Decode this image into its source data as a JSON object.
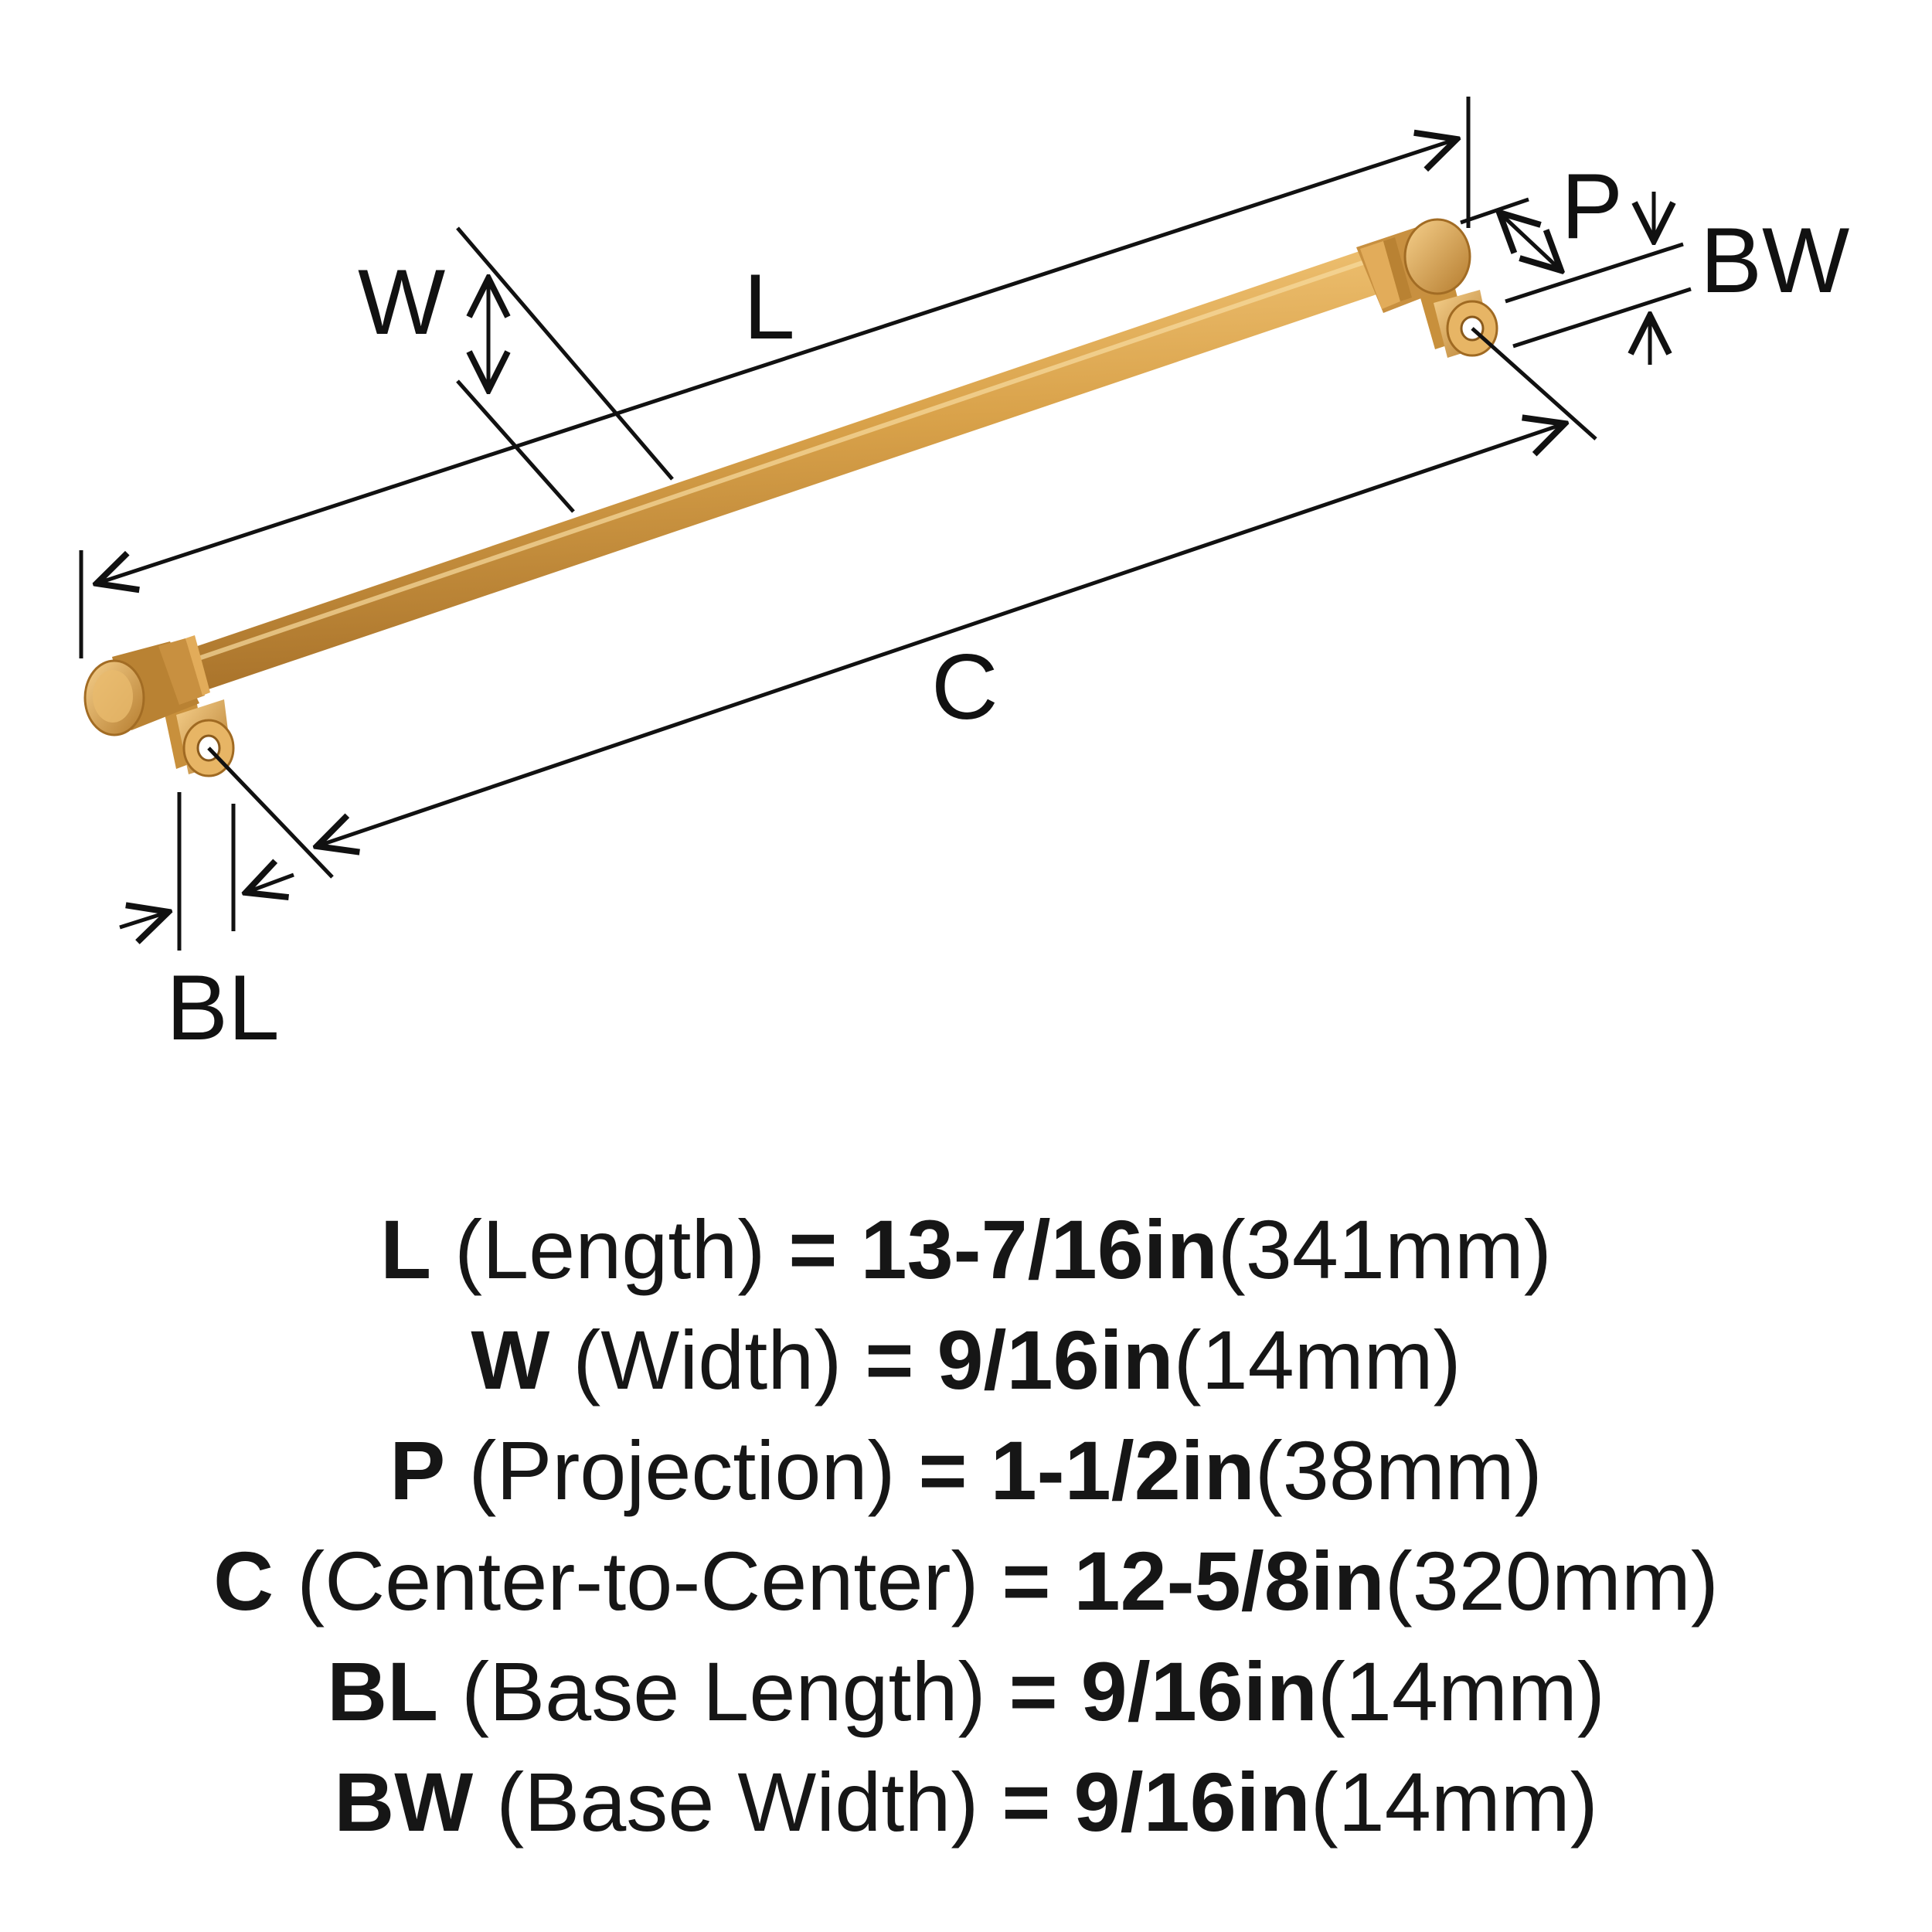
{
  "diagram": {
    "product_color": "#d9a24a",
    "labels": {
      "L": "L",
      "W": "W",
      "P": "P",
      "BW": "BW",
      "C": "C",
      "BL": "BL"
    }
  },
  "specs": [
    {
      "code": "L",
      "name": "(Length)",
      "eq": "=",
      "imperial": "13-7/16in",
      "metric": "(341mm)"
    },
    {
      "code": "W",
      "name": "(Width)",
      "eq": "=",
      "imperial": "9/16in",
      "metric": "(14mm)"
    },
    {
      "code": "P",
      "name": "(Projection)",
      "eq": "=",
      "imperial": "1-1/2in",
      "metric": "(38mm)"
    },
    {
      "code": "C",
      "name": "(Center-to-Center)",
      "eq": "=",
      "imperial": "12-5/8in",
      "metric": "(320mm)"
    },
    {
      "code": "BL",
      "name": "(Base Length)",
      "eq": "=",
      "imperial": "9/16in",
      "metric": "(14mm)"
    },
    {
      "code": "BW",
      "name": "(Base Width)",
      "eq": "=",
      "imperial": "9/16in",
      "metric": "(14mm)"
    }
  ]
}
